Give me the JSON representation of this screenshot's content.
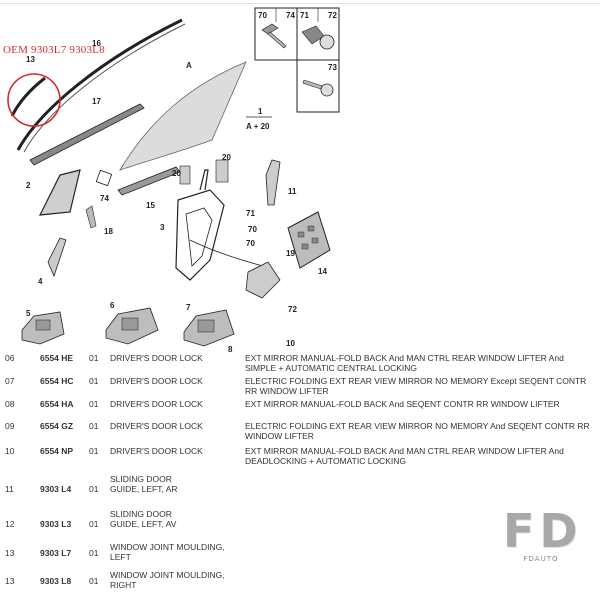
{
  "oem_note": "OEM 9303L7 9303L8",
  "callouts": {
    "c13": "13",
    "c16": "16",
    "c17": "17",
    "c2": "2",
    "c74a": "74",
    "c18": "18",
    "c15": "15",
    "cA": "A",
    "c1": "1",
    "cA20": "A + 20",
    "c20a": "20",
    "c20b": "20",
    "c3": "3",
    "c11": "11",
    "c71b": "71",
    "c70b": "70",
    "c70c": "70",
    "c19": "19",
    "c14": "14",
    "c72b": "72",
    "c4": "4",
    "c5": "5",
    "c6": "6",
    "c7": "7",
    "c8": "8",
    "c10": "10",
    "c70": "70",
    "c74": "74",
    "c71": "71",
    "c72": "72",
    "c73": "73"
  },
  "parts": [
    {
      "idx": "06",
      "ref": "6554 HE",
      "qty": "01",
      "desc": "DRIVER'S DOOR LOCK",
      "note": "EXT MIRROR MANUAL-FOLD BACK And MAN CTRL REAR WINDOW LIFTER And SIMPLE + AUTOMATIC CENTRAL LOCKING"
    },
    {
      "idx": "07",
      "ref": "6554 HC",
      "qty": "01",
      "desc": "DRIVER'S DOOR LOCK",
      "note": "ELECTRIC FOLDING EXT REAR VIEW MIRROR NO MEMORY Except SEQENT CONTR RR WINDOW LIFTER"
    },
    {
      "idx": "08",
      "ref": "6554 HA",
      "qty": "01",
      "desc": "DRIVER'S DOOR LOCK",
      "note": "EXT MIRROR MANUAL-FOLD BACK And SEQENT CONTR RR WINDOW LIFTER"
    },
    {
      "idx": "09",
      "ref": "6554 GZ",
      "qty": "01",
      "desc": "DRIVER'S DOOR LOCK",
      "note": "ELECTRIC FOLDING EXT REAR VIEW MIRROR NO MEMORY And SEQENT CONTR RR WINDOW LIFTER"
    },
    {
      "idx": "10",
      "ref": "6554 NP",
      "qty": "01",
      "desc": "DRIVER'S DOOR LOCK",
      "note": "EXT MIRROR MANUAL-FOLD BACK And MAN CTRL REAR WINDOW LIFTER And DEADLOCKING + AUTOMATIC LOCKING"
    },
    {
      "idx": "11",
      "ref": "9303 L4",
      "qty": "01",
      "desc": "SLIDING DOOR GUIDE, LEFT, AR",
      "note": ""
    },
    {
      "idx": "12",
      "ref": "9303 L3",
      "qty": "01",
      "desc": "SLIDING DOOR GUIDE, LEFT, AV",
      "note": ""
    },
    {
      "idx": "13",
      "ref": "9303 L7",
      "qty": "01",
      "desc": "WINDOW JOINT MOULDING, LEFT",
      "note": ""
    },
    {
      "idx": "13",
      "ref": "9303 L8",
      "qty": "01",
      "desc": "WINDOW JOINT MOULDING, RIGHT",
      "note": ""
    }
  ],
  "watermark": {
    "big": "FD",
    "small": "FDAUTO"
  },
  "colors": {
    "highlight_circle": "#d52b2b",
    "line": "#222222",
    "glass": "#dcdcdc"
  }
}
